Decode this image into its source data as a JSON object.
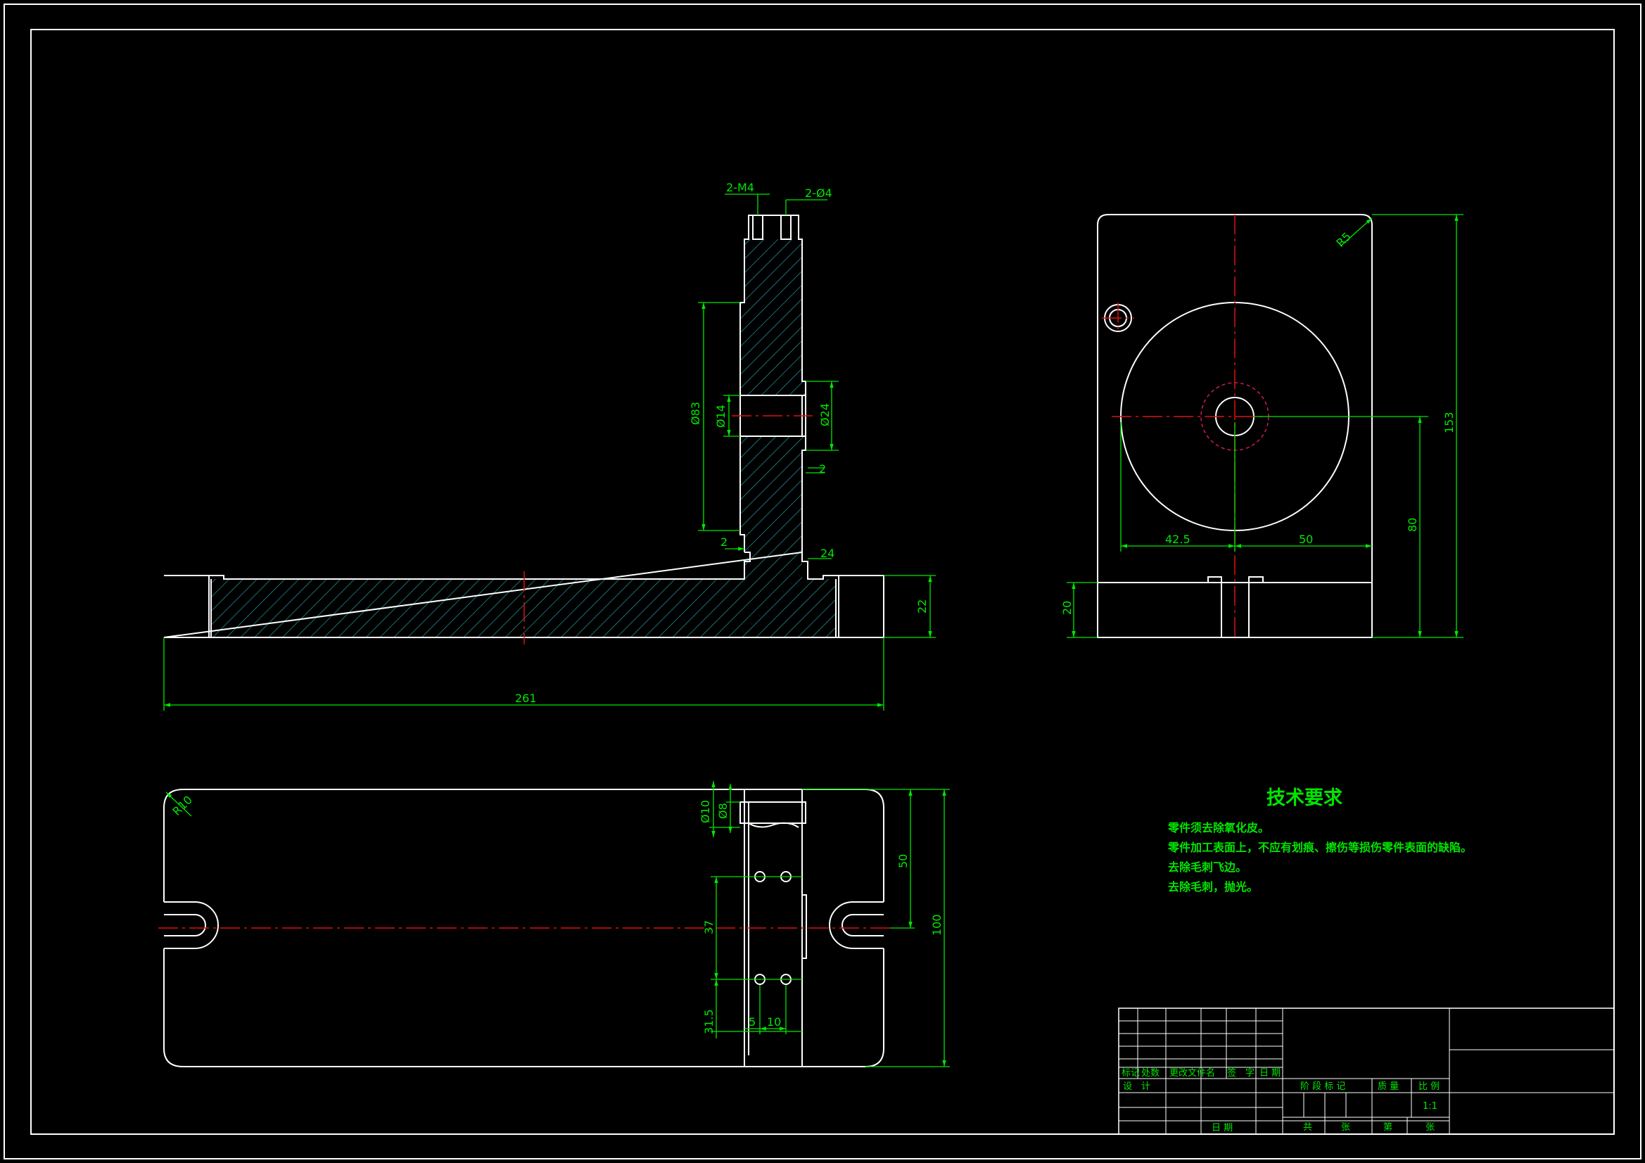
{
  "colors": {
    "background": "#000000",
    "outline": "#ffffff",
    "dimension": "#00e600",
    "centerline": "#e01010",
    "hatch": "#1fa0a6"
  },
  "dims": {
    "d_2m4": "2-M4",
    "d_2phi4": "2-Ø4",
    "d_phi83": "Ø83",
    "d_phi14": "Ø14",
    "d_phi24": "Ø24",
    "d_2a": "2",
    "d_2b": "2",
    "d_24": "24",
    "d_22": "22",
    "d_261": "261",
    "d_r5": "R5",
    "d_42_5": "42.5",
    "d_50a": "50",
    "d_20": "20",
    "d_80": "80",
    "d_153": "153",
    "d_r10": "R10",
    "d_phi10": "Ø10",
    "d_phi8": "Ø8",
    "d_50b": "50",
    "d_100": "100",
    "d_37": "37",
    "d_31_5": "31.5",
    "d_5": "5",
    "d_10": "10"
  },
  "requirements": {
    "title": "技术要求",
    "items": [
      "零件须去除氧化皮。",
      "零件加工表面上，不应有划痕、擦伤等损伤零件表面的缺陷。",
      "去除毛刺飞边。",
      "去除毛刺，抛光。"
    ]
  },
  "title_block": {
    "h_mark": "标记",
    "h_count": "处数",
    "h_doc": "更改文件名",
    "h_sign": "签　字",
    "h_date": "日 期",
    "design": "设　计",
    "date": "日 期",
    "stage_mark": "阶 段 标 记",
    "weight": "质 量",
    "scale": "比 例",
    "scale_value": "1:1",
    "total": "共",
    "zhang1": "张",
    "di": "第",
    "zhang2": "张"
  }
}
